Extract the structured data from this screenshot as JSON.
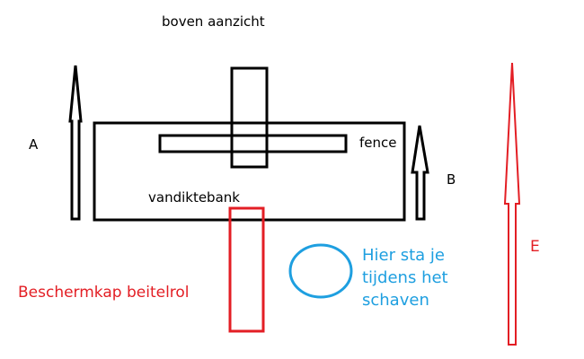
{
  "title": "boven aanzicht",
  "labels": {
    "arrow_a": "A",
    "arrow_b": "B",
    "arrow_e": "E",
    "fence": "fence",
    "table": "vandiktebank",
    "guard": "Beschermkap beitelrol",
    "stand_line1": "Hier sta je",
    "stand_line2": "tijdens het",
    "stand_line3": "schaven"
  },
  "colors": {
    "outline": "#000000",
    "guard": "#e31e24",
    "stand_position": "#1e9fe0"
  }
}
